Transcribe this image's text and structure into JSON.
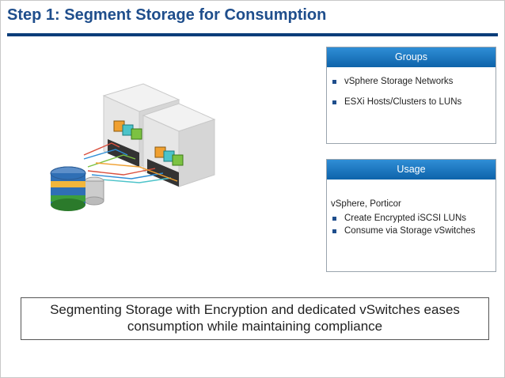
{
  "slide": {
    "title": "Step 1: Segment Storage for Consumption"
  },
  "groups_panel": {
    "header": "Groups",
    "items": [
      "vSphere Storage Networks",
      "ESXi Hosts/Clusters to LUNs"
    ]
  },
  "usage_panel": {
    "header": "Usage",
    "intro": "vSphere, Porticor",
    "items": [
      "Create Encrypted iSCSI LUNs",
      "Consume via Storage vSwitches"
    ]
  },
  "callout": {
    "line1": "Segmenting Storage with Encryption and dedicated vSwitches eases",
    "line2": "consumption while maintaining compliance"
  },
  "colors": {
    "title": "#1f4e8c",
    "rule": "#0a3d7a",
    "panel_header": "#0e63aa",
    "vm_orange": "#f0a030",
    "vm_teal": "#4cc3c9",
    "vm_green": "#7cc242",
    "link_red": "#d9503f",
    "link_blue": "#2f8ed6"
  }
}
